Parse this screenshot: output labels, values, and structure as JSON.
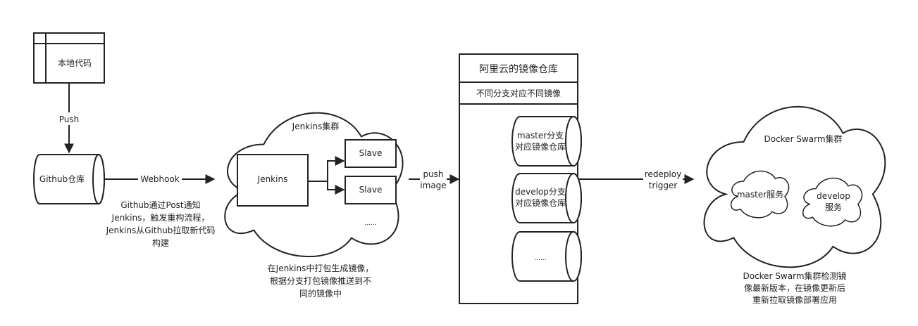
{
  "local_code": {
    "label": "本地代码"
  },
  "push": {
    "label": "Push"
  },
  "github": {
    "label": "Github仓库"
  },
  "webhook": {
    "label": "Webhook",
    "description": [
      "Github通过Post通知",
      "Jenkins，触发重构流程，",
      "Jenkins从Github拉取新代码",
      "构建"
    ]
  },
  "jenkins_cluster": {
    "title": "Jenkins集群",
    "master": "Jenkins",
    "slaves": [
      "Slave",
      "Slave"
    ],
    "more": "......",
    "description": [
      "在Jenkins中打包生成镜像，",
      "根据分支打包镜像推送到不",
      "同的镜像中"
    ]
  },
  "push_image": {
    "label": [
      "push",
      "image"
    ]
  },
  "registry": {
    "title": "阿里云的镜像仓库",
    "subtitle": "不同分支对应不同镜像",
    "repos": [
      [
        "master分支",
        "对应镜像仓库"
      ],
      [
        "develop分支",
        "对应镜像仓库"
      ],
      [
        "......"
      ]
    ]
  },
  "redeploy": {
    "label": [
      "redeploy",
      "trigger"
    ]
  },
  "swarm": {
    "title": "Docker Swarm集群",
    "services": [
      [
        "master服务"
      ],
      [
        "develop",
        "服务"
      ]
    ],
    "description": [
      "Docker Swarm集群检测镜",
      "像最新版本，在镜像更新后",
      "重新拉取镜像部署应用"
    ]
  }
}
